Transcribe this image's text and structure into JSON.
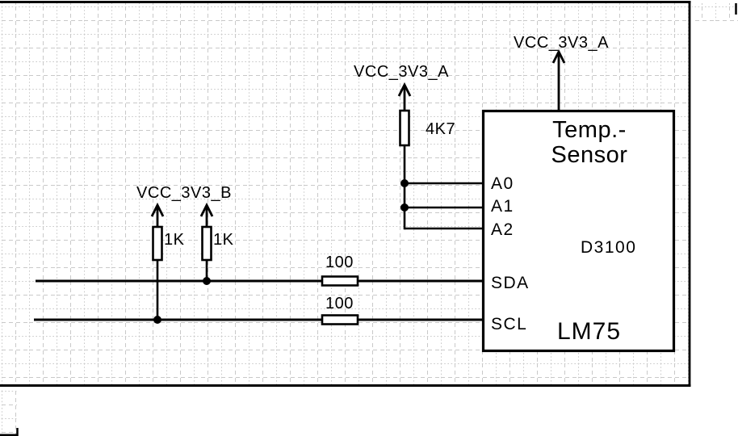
{
  "sheet": {
    "type": "circuit-schematic",
    "colors": {
      "line": "#000000",
      "grid": "#c9c9c9",
      "background": "#ffffff"
    }
  },
  "net_labels": {
    "vcc_3v3_a_ic": "VCC_3V3_A",
    "vcc_3v3_a_pullup": "VCC_3V3_A",
    "vcc_3v3_b": "VCC_3V3_B"
  },
  "resistors": {
    "r_scl_pullup": {
      "value": "1K"
    },
    "r_sda_pullup": {
      "value": "1K"
    },
    "r_addr_pullup": {
      "value": "4K7"
    },
    "r_sda_series": {
      "value": "100"
    },
    "r_scl_series": {
      "value": "100"
    }
  },
  "ic": {
    "name_line1": "Temp.-",
    "name_line2": "Sensor",
    "designator": "D3100",
    "part_number": "LM75",
    "pins": {
      "a0": "A0",
      "a1": "A1",
      "a2": "A2",
      "sda": "SDA",
      "scl": "SCL"
    }
  }
}
